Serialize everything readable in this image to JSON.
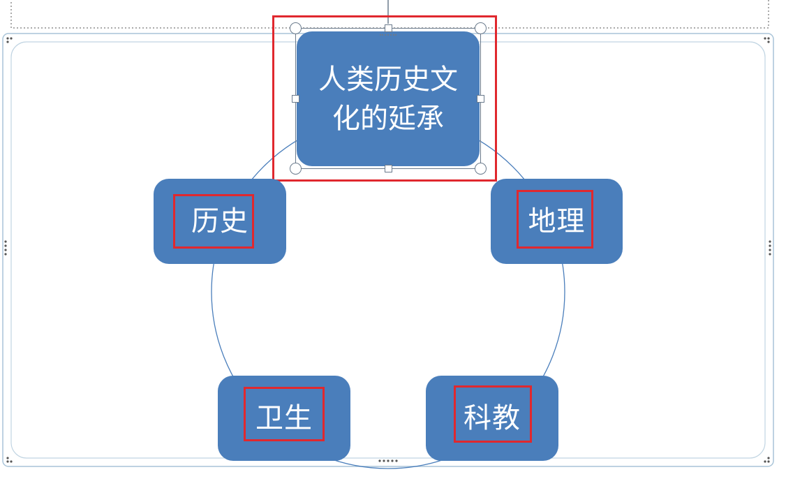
{
  "diagram": {
    "center": {
      "text_line1": "人类历史文",
      "text_line2": "化的延承"
    },
    "nodes": [
      {
        "key": "history",
        "label": "历史"
      },
      {
        "key": "geography",
        "label": "地理"
      },
      {
        "key": "hygiene",
        "label": "卫生"
      },
      {
        "key": "science_education",
        "label": "科教"
      }
    ]
  },
  "colors": {
    "node_fill": "#4a7ebb",
    "highlight": "#e0282e",
    "circle_line": "#4a7ebb",
    "frame": "#a9c4d8"
  }
}
